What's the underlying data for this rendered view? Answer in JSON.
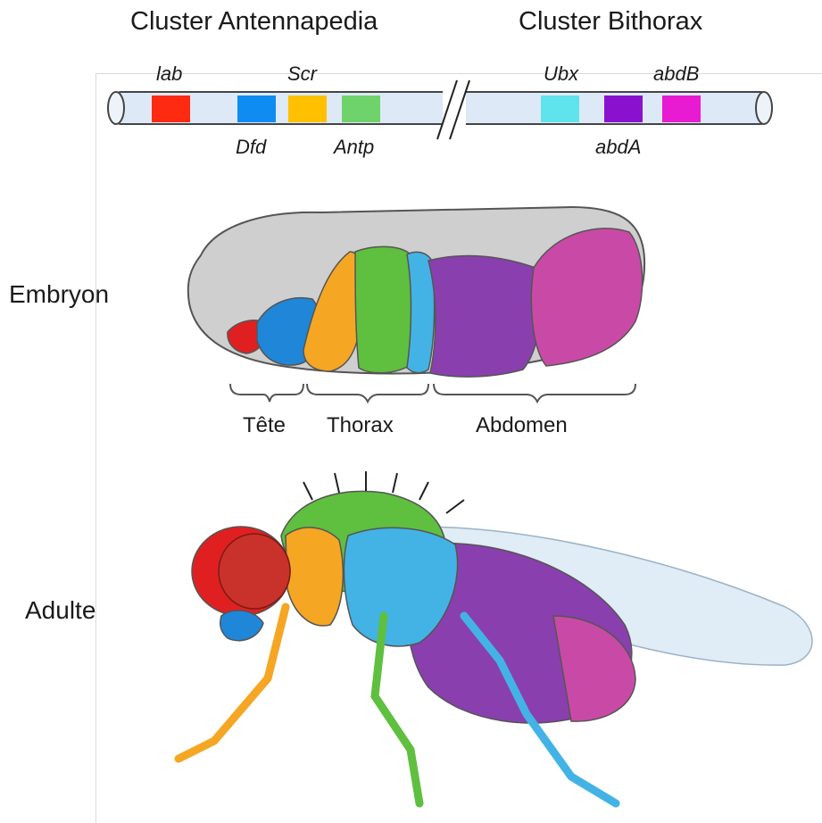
{
  "clusters": {
    "antennapedia": "Cluster Antennapedia",
    "bithorax": "Cluster Bithorax"
  },
  "genes": [
    {
      "name": "lab",
      "color": "#ff2a12"
    },
    {
      "name": "Dfd",
      "color": "#0e8cf2"
    },
    {
      "name": "Scr",
      "color": "#ffc000"
    },
    {
      "name": "Antp",
      "color": "#6ed36a"
    },
    {
      "name": "Ubx",
      "color": "#5fe3ec"
    },
    {
      "name": "abdA",
      "color": "#8a12cf"
    },
    {
      "name": "abdB",
      "color": "#e81ad2"
    }
  ],
  "sections": {
    "embryo": "Embryon",
    "adult": "Adulte"
  },
  "regions": {
    "head": "Tête",
    "thorax": "Thorax",
    "abdomen": "Abdomen"
  },
  "colors": {
    "head_red": "#e02020",
    "head_blue": "#1f86d8",
    "thorax_orange": "#f5a623",
    "thorax_green": "#5fbf3f",
    "thorax_lightblue": "#43b3e6",
    "abdomen_purple": "#8a3fae",
    "abdomen_magenta": "#c94aa6",
    "body_grey": "#cfcfcf"
  }
}
